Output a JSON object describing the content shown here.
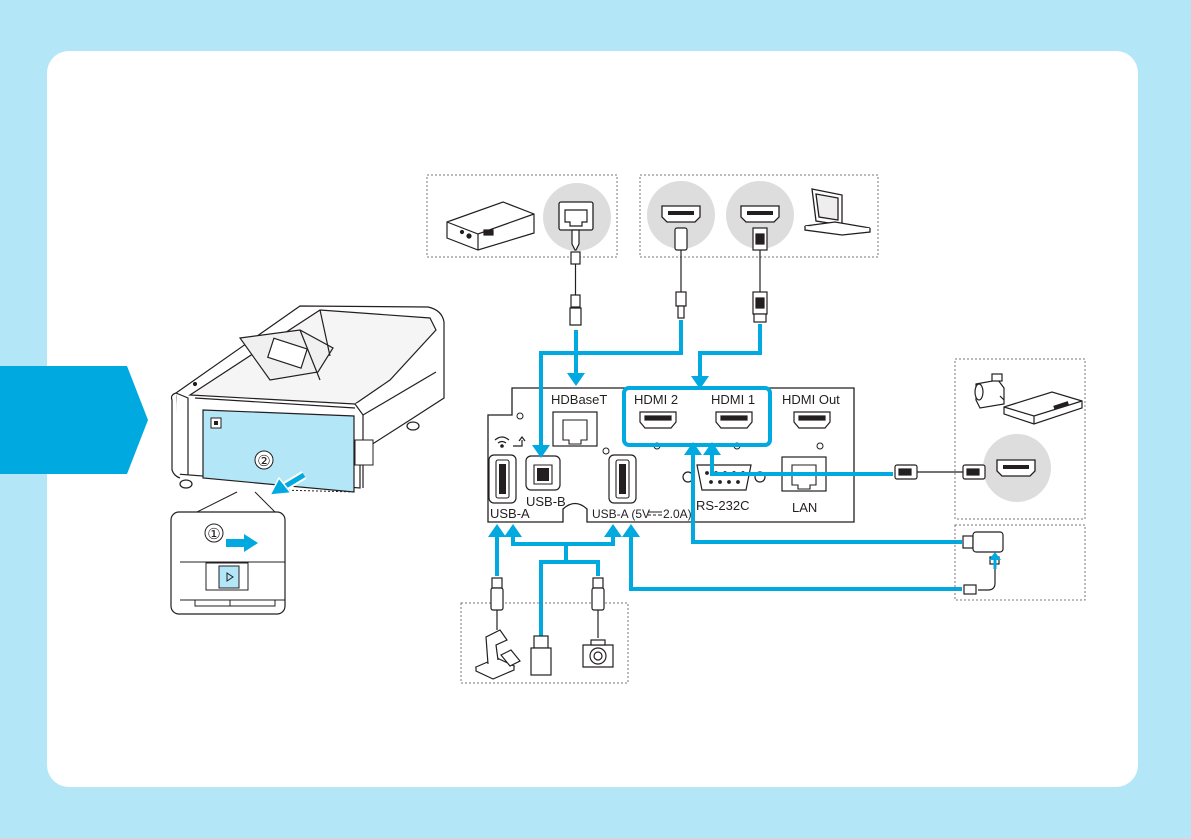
{
  "ports": {
    "hdbaset": "HDBaseT",
    "hdmi2": "HDMI 2",
    "hdmi1": "HDMI 1",
    "hdmi_out": "HDMI Out",
    "usb_b": "USB-B",
    "usb_a": "USB-A",
    "usb_a_power": "USB-A (5V",
    "usb_a_power_current": "2.0A)",
    "rs232c": "RS-232C",
    "lan": "LAN"
  },
  "steps": {
    "step1": "①",
    "step2": "②"
  },
  "colors": {
    "background": "#b3e6f7",
    "accent": "#00a9e0",
    "card": "#ffffff",
    "line": "#231f20",
    "device_fill": "#dddddd"
  },
  "icons": [
    "wifi-icon",
    "usb-arrow-icon",
    "lan-icon",
    "hdmi-icon",
    "laptop-icon",
    "camcorder-icon",
    "player-icon",
    "camera-icon",
    "usb-drive-icon",
    "document-camera-icon",
    "streaming-stick-icon"
  ]
}
